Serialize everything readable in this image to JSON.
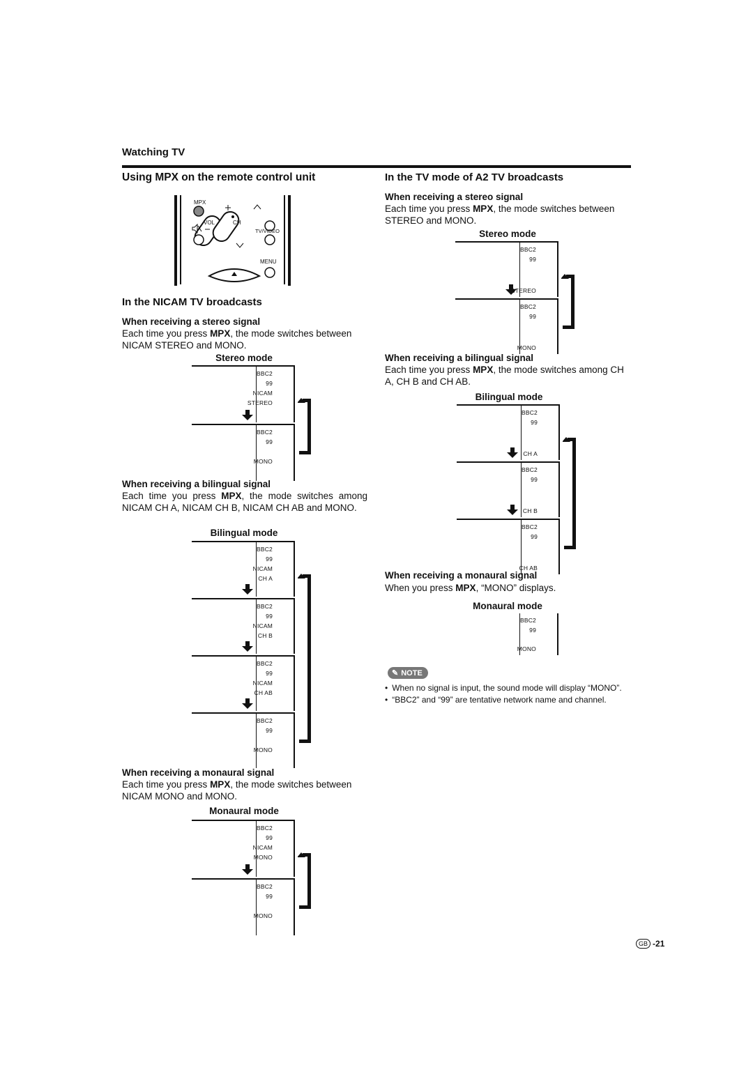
{
  "header": {
    "section": "Watching TV"
  },
  "left": {
    "title": "Using MPX on the remote control unit",
    "remote": {
      "mpx_label": "MPX",
      "vol_label": "VOL",
      "ch_label": "CH",
      "tvvideo_label": "TV/VIDEO",
      "menu_label": "MENU",
      "plus": "+",
      "minus": "–"
    },
    "nicam_heading": "In the NICAM TV broadcasts",
    "stereo": {
      "heading": "When receiving a stereo signal",
      "text_pre": "Each time you press ",
      "key": "MPX",
      "text_post": ", the mode switches between NICAM STEREO and MONO.",
      "mode_title": "Stereo mode",
      "screens": [
        [
          "BBC2",
          "99",
          "NICAM",
          "STEREO"
        ],
        [
          "BBC2",
          "99",
          "",
          "MONO"
        ]
      ]
    },
    "bilingual": {
      "heading": "When receiving a bilingual signal",
      "text_pre": "Each time you press ",
      "key": "MPX",
      "text_post": ", the mode switches among NICAM CH A, NICAM CH B, NICAM CH AB and MONO.",
      "mode_title": "Bilingual mode",
      "screens": [
        [
          "BBC2",
          "99",
          "NICAM",
          "CH A"
        ],
        [
          "BBC2",
          "99",
          "NICAM",
          "CH B"
        ],
        [
          "BBC2",
          "99",
          "NICAM",
          "CH AB"
        ],
        [
          "BBC2",
          "99",
          "",
          "MONO"
        ]
      ]
    },
    "monaural": {
      "heading": "When receiving a monaural signal",
      "text_pre": "Each time you press ",
      "key": "MPX",
      "text_post": ", the mode switches between NICAM MONO and MONO.",
      "mode_title": "Monaural mode",
      "screens": [
        [
          "BBC2",
          "99",
          "NICAM",
          "MONO"
        ],
        [
          "BBC2",
          "99",
          "",
          "MONO"
        ]
      ]
    }
  },
  "right": {
    "a2_heading": "In the TV mode of A2 TV broadcasts",
    "stereo": {
      "heading": "When receiving a stereo signal",
      "text_pre": "Each time you press ",
      "key": "MPX",
      "text_post": ", the mode switches between STEREO and MONO.",
      "mode_title": "Stereo mode",
      "screens": [
        [
          "BBC2",
          "99",
          "STEREO"
        ],
        [
          "BBC2",
          "99",
          "MONO"
        ]
      ]
    },
    "bilingual": {
      "heading": "When receiving a bilingual signal",
      "text_pre": "Each time you press ",
      "key": "MPX",
      "text_post": ", the mode switches among CH A, CH B and CH AB.",
      "mode_title": "Bilingual mode",
      "screens": [
        [
          "BBC2",
          "99",
          "CH A"
        ],
        [
          "BBC2",
          "99",
          "CH B"
        ],
        [
          "BBC2",
          "99",
          "CH AB"
        ]
      ]
    },
    "monaural": {
      "heading": "When receiving a monaural signal",
      "text_pre": "When you press ",
      "key": "MPX",
      "text_post": ", “MONO” displays.",
      "mode_title": "Monaural mode",
      "screens": [
        [
          "BBC2",
          "99",
          "MONO"
        ]
      ]
    },
    "note": {
      "label": "NOTE",
      "bullets": [
        "When no signal is input, the sound mode will display “MONO”.",
        "“BBC2” and “99” are tentative network name and channel."
      ]
    }
  },
  "footer": {
    "region": "GB",
    "page": "-21"
  }
}
